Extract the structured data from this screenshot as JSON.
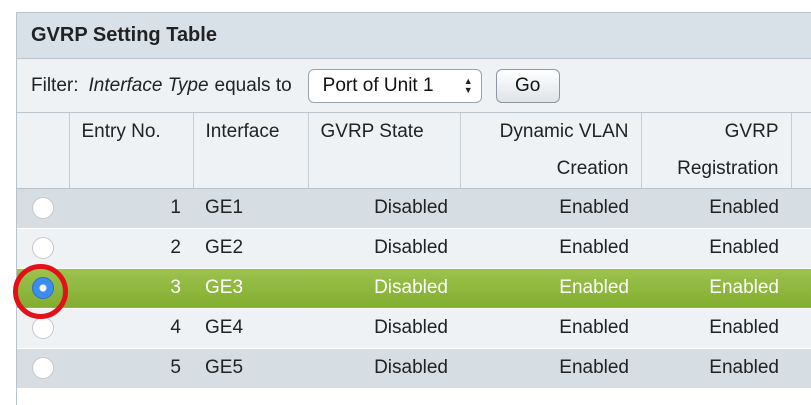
{
  "title": "GVRP Setting Table",
  "filter": {
    "label": "Filter:",
    "field": "Interface Type",
    "operator": "equals to",
    "select_value": "Port of Unit 1",
    "go_label": "Go"
  },
  "columns": {
    "entry": "Entry No.",
    "interface": "Interface",
    "state": "GVRP State",
    "dynamic_top": "Dynamic VLAN",
    "dynamic_bottom": "Creation",
    "registration_top": "GVRP",
    "registration_bottom": "Registration"
  },
  "rows": [
    {
      "entry": "1",
      "interface": "GE1",
      "state": "Disabled",
      "dynamic": "Enabled",
      "registration": "Enabled",
      "selected": false
    },
    {
      "entry": "2",
      "interface": "GE2",
      "state": "Disabled",
      "dynamic": "Enabled",
      "registration": "Enabled",
      "selected": false
    },
    {
      "entry": "3",
      "interface": "GE3",
      "state": "Disabled",
      "dynamic": "Enabled",
      "registration": "Enabled",
      "selected": true
    },
    {
      "entry": "4",
      "interface": "GE4",
      "state": "Disabled",
      "dynamic": "Enabled",
      "registration": "Enabled",
      "selected": false
    },
    {
      "entry": "5",
      "interface": "GE5",
      "state": "Disabled",
      "dynamic": "Enabled",
      "registration": "Enabled",
      "selected": false
    }
  ],
  "colors": {
    "selected_row": "#8ab737",
    "highlight_ring": "#e3101a",
    "radio_checked": "#3b8ef0"
  }
}
